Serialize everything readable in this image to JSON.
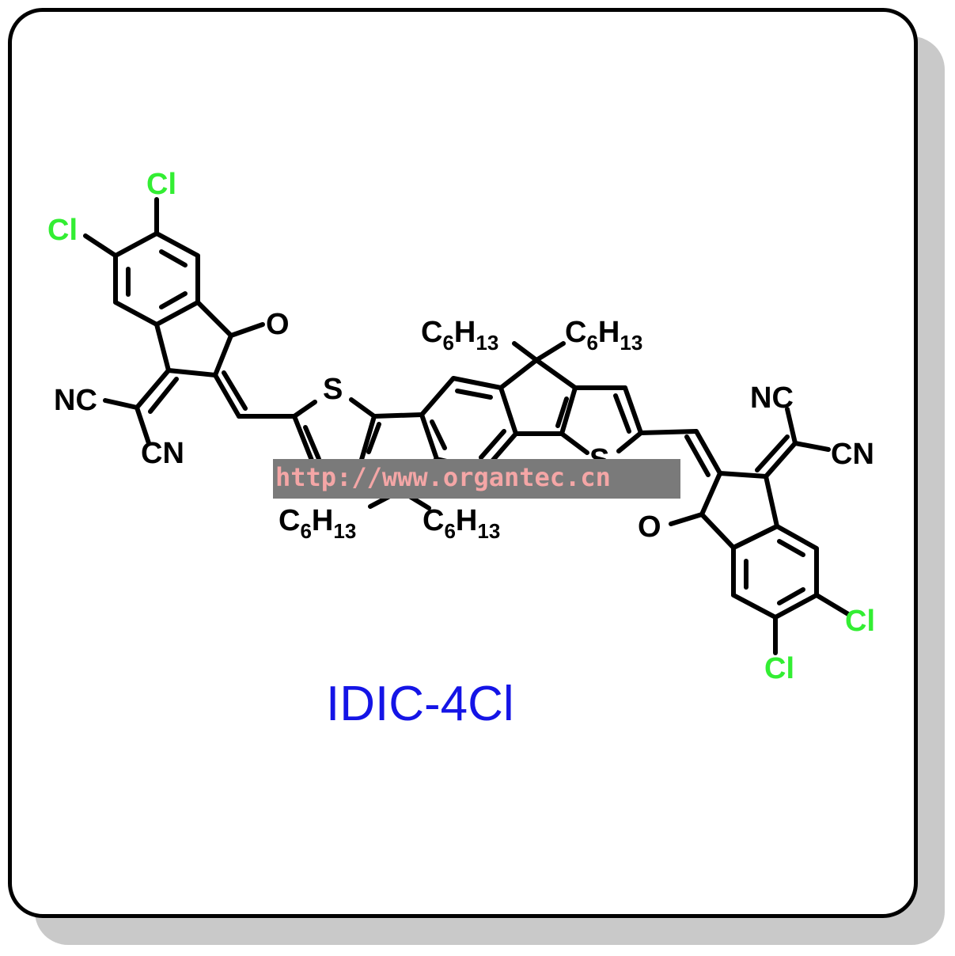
{
  "compound": {
    "name": "IDIC-4Cl",
    "name_color": "#1414e6"
  },
  "watermark": {
    "text": "http://www.organtec.cn",
    "text_color": "#f4a6a6",
    "band_color": "#7a7a7a"
  },
  "atom_labels": {
    "chlorine": "Cl",
    "oxygen": "O",
    "sulfur": "S",
    "nitrile_left": "NC",
    "nitrile_right": "CN",
    "alkyl_carbon": "C",
    "alkyl_carbon_count": "6",
    "alkyl_hydrogen": "H",
    "alkyl_hydrogen_count": "13"
  },
  "colors": {
    "chlorine": "#33ee33",
    "bond": "#000000"
  }
}
